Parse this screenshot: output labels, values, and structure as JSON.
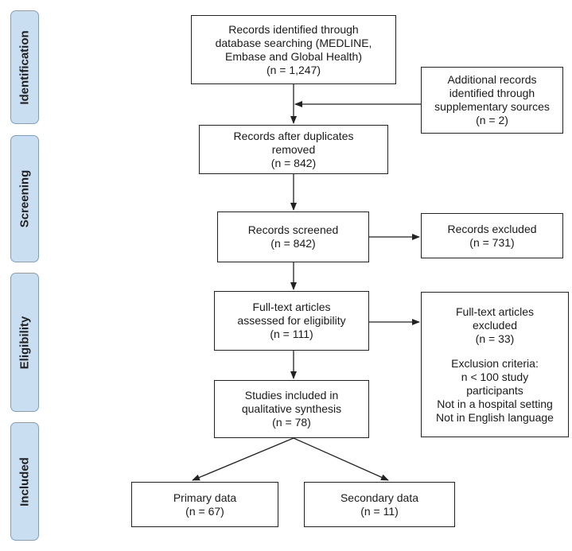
{
  "phases": {
    "identification": "Identification",
    "screening": "Screening",
    "eligibility": "Eligibility",
    "included": "Included"
  },
  "boxes": {
    "database_search": [
      "Records identified through",
      "database searching (MEDLINE,",
      "Embase and Global Health)",
      "(n = 1,247)"
    ],
    "additional_records": [
      "Additional records",
      "identified through",
      "supplementary sources",
      "(n = 2)"
    ],
    "after_duplicates": [
      "Records after duplicates",
      "removed",
      "(n = 842)"
    ],
    "screened": [
      "Records screened",
      "(n = 842)"
    ],
    "excluded": [
      "Records excluded",
      "(n = 731)"
    ],
    "full_text": [
      "Full-text articles",
      "assessed for eligibility",
      "(n = 111)"
    ],
    "full_text_excluded": [
      "Full-text articles",
      "excluded",
      "(n = 33)",
      "",
      "Exclusion criteria:",
      "n < 100 study",
      "participants",
      "Not in a hospital setting",
      "Not in English language"
    ],
    "qualitative": [
      "Studies included in",
      "qualitative synthesis",
      "(n = 78)"
    ],
    "primary": [
      "Primary data",
      "(n = 67)"
    ],
    "secondary": [
      "Secondary data",
      "(n = 11)"
    ]
  }
}
